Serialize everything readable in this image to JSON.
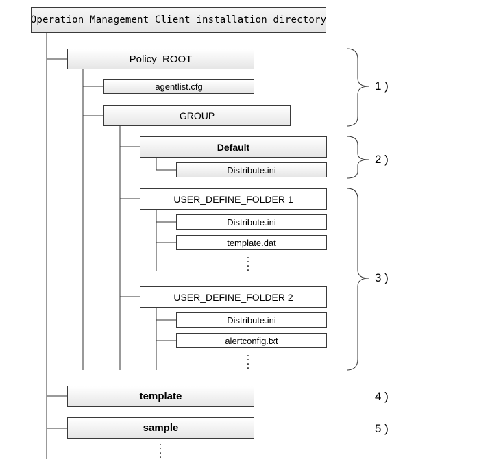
{
  "root": {
    "label": "Operation Management Client installation directory"
  },
  "folders": {
    "policy_root": "Policy_ROOT",
    "group": "GROUP",
    "default": "Default",
    "user_define_1": "USER_DEFINE_FOLDER 1",
    "user_define_2": "USER_DEFINE_FOLDER 2",
    "template": "template",
    "sample": "sample"
  },
  "files": {
    "agentlist": "agentlist.cfg",
    "default_distribute": "Distribute.ini",
    "udf1_distribute": "Distribute.ini",
    "udf1_template": "template.dat",
    "udf2_distribute": "Distribute.ini",
    "udf2_alertconfig": "alertconfig.txt"
  },
  "callouts": {
    "c1": "1 )",
    "c2": "2 )",
    "c3": "3 )",
    "c4": "4 )",
    "c5": "5 )"
  }
}
